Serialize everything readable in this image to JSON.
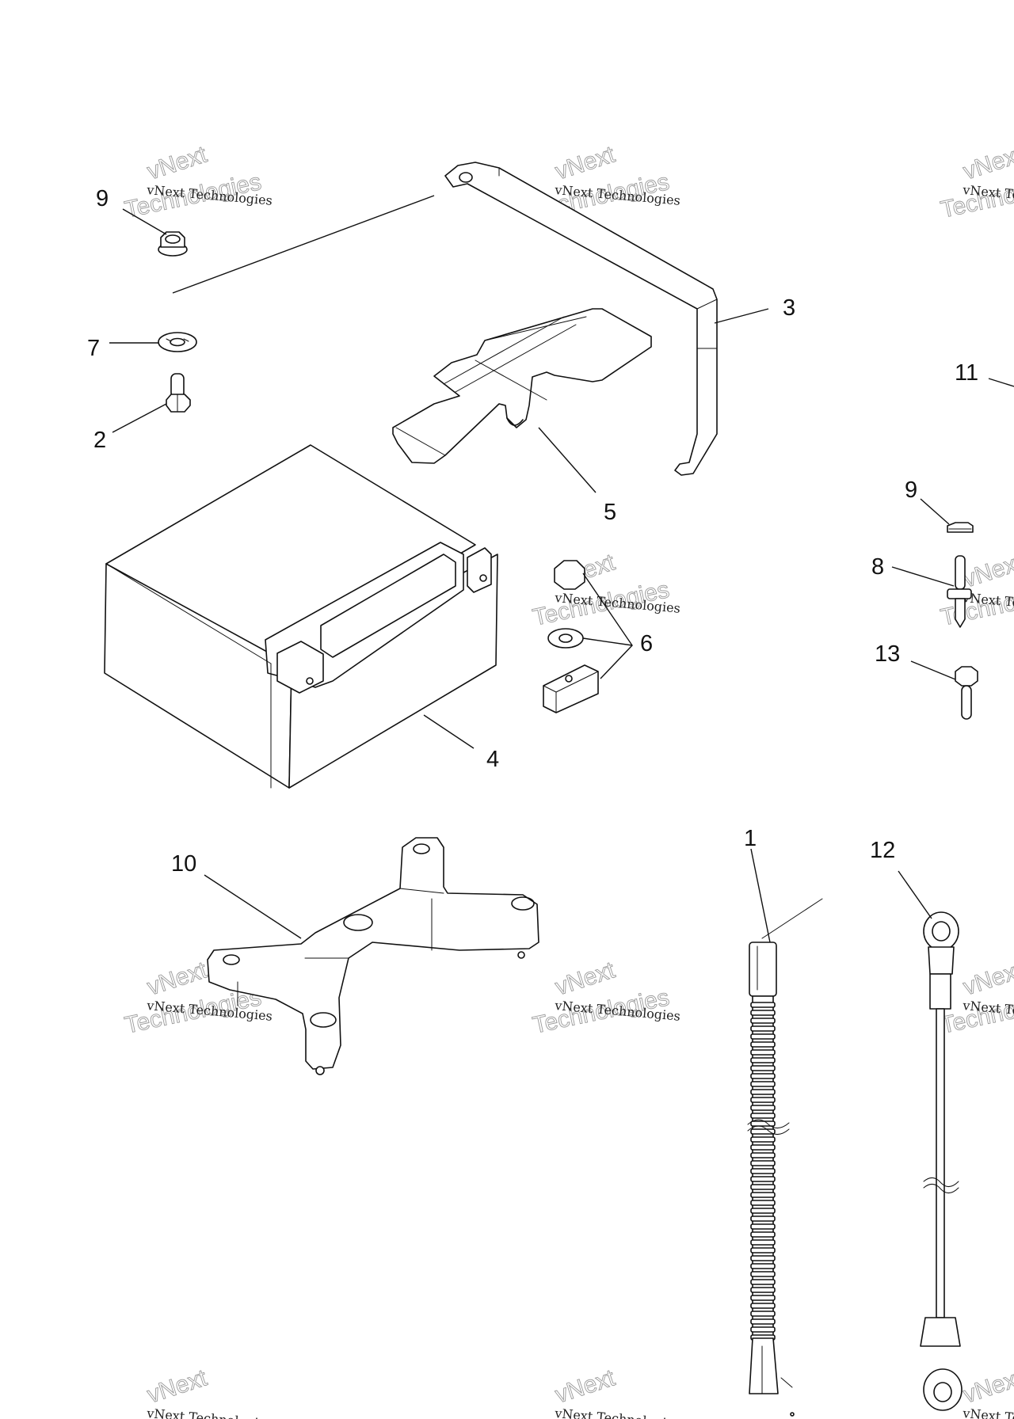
{
  "diagram": {
    "callouts": [
      {
        "id": "callout-9-top",
        "label": "9"
      },
      {
        "id": "callout-7",
        "label": "7"
      },
      {
        "id": "callout-2",
        "label": "2"
      },
      {
        "id": "callout-3",
        "label": "3"
      },
      {
        "id": "callout-5",
        "label": "5"
      },
      {
        "id": "callout-4",
        "label": "4"
      },
      {
        "id": "callout-6",
        "label": "6"
      },
      {
        "id": "callout-11",
        "label": "11"
      },
      {
        "id": "callout-9-right",
        "label": "9"
      },
      {
        "id": "callout-8",
        "label": "8"
      },
      {
        "id": "callout-13",
        "label": "13"
      },
      {
        "id": "callout-10",
        "label": "10"
      },
      {
        "id": "callout-1",
        "label": "1"
      },
      {
        "id": "callout-12",
        "label": "12"
      }
    ],
    "watermark": {
      "line1": "vNext Technologies",
      "outline_top": "vNext",
      "outline_bottom": "Technologies"
    }
  }
}
